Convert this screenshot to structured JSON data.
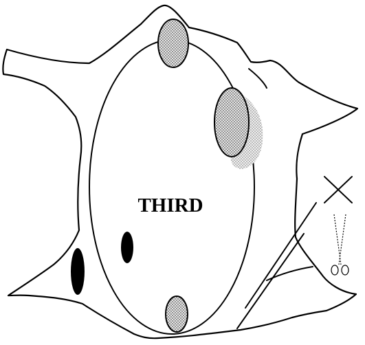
{
  "diagram": {
    "center_label": "THIRD",
    "colors": {
      "ink": "#000000",
      "background": "#ffffff",
      "stipple": "#9a9a9a"
    },
    "marks": {
      "cut_marker": "x-mark",
      "tool": "scissors-icon",
      "cut_line": "diagonal-cut-line"
    }
  }
}
